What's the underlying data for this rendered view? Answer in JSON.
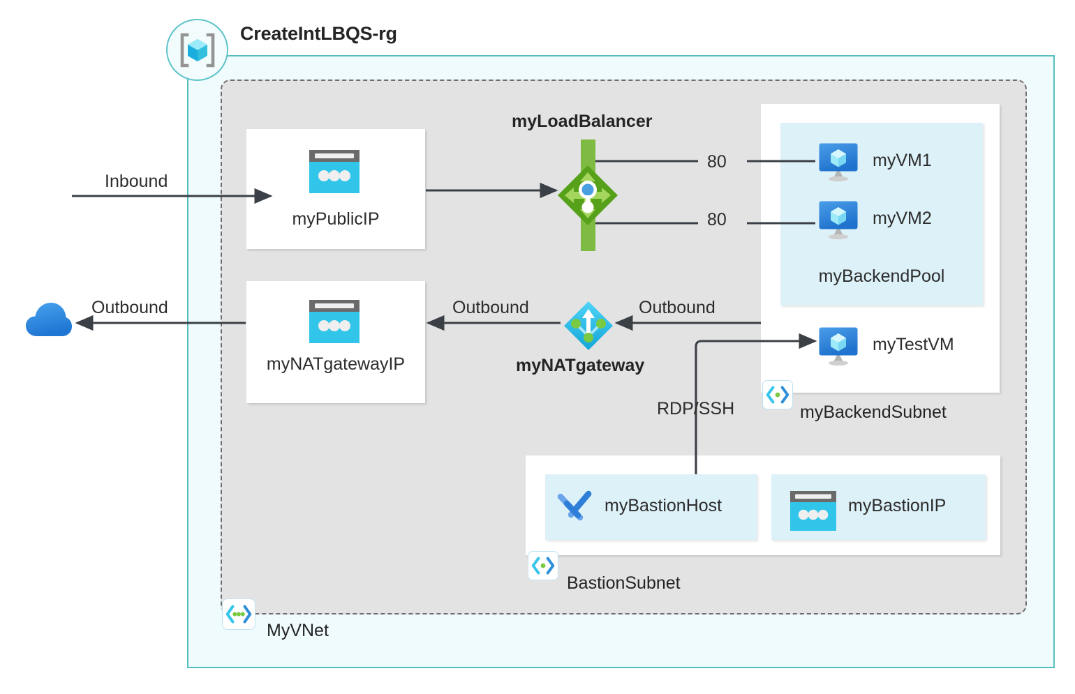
{
  "diagram": {
    "title": "CreateIntLBQS-rg",
    "resource_group": {
      "name": "CreateIntLBQS-rg",
      "icon": "resource-group-icon",
      "border_color": "#55bfbf",
      "fill_color": "#effbfd"
    },
    "vnet": {
      "name": "MyVNet",
      "icon": "vnet-icon",
      "border_color": "#6d6d6d",
      "fill_color": "#e3e3e3"
    },
    "resources": {
      "public_ip": {
        "label": "myPublicIP",
        "icon": "public-ip-icon"
      },
      "nat_gateway_ip": {
        "label": "myNATgatewayIP",
        "icon": "public-ip-icon"
      },
      "load_balancer": {
        "label": "myLoadBalancer",
        "icon": "load-balancer-icon",
        "accent": "#7fba42"
      },
      "nat_gateway": {
        "label": "myNATgateway",
        "icon": "nat-gateway-icon",
        "accent": "#32bedd"
      },
      "backend_pool": {
        "label": "myBackendPool",
        "fill_color": "#ddf1f8"
      },
      "vm1": {
        "label": "myVM1",
        "icon": "virtual-machine-icon"
      },
      "vm2": {
        "label": "myVM2",
        "icon": "virtual-machine-icon"
      },
      "test_vm": {
        "label": "myTestVM",
        "icon": "virtual-machine-icon"
      },
      "backend_subnet": {
        "label": "myBackendSubnet",
        "icon": "subnet-icon"
      },
      "bastion_subnet": {
        "label": "BastionSubnet",
        "icon": "subnet-icon"
      },
      "bastion_host": {
        "label": "myBastionHost",
        "icon": "bastion-icon"
      },
      "bastion_ip": {
        "label": "myBastionIP",
        "icon": "public-ip-icon"
      },
      "internet": {
        "label": "",
        "icon": "cloud-icon"
      }
    },
    "edges": {
      "inbound": "Inbound",
      "outbound_left": "Outbound",
      "outbound_mid": "Outbound",
      "outbound_right": "Outbound",
      "rdp_ssh": "RDP/SSH",
      "port_vm1": "80",
      "port_vm2": "80"
    }
  }
}
